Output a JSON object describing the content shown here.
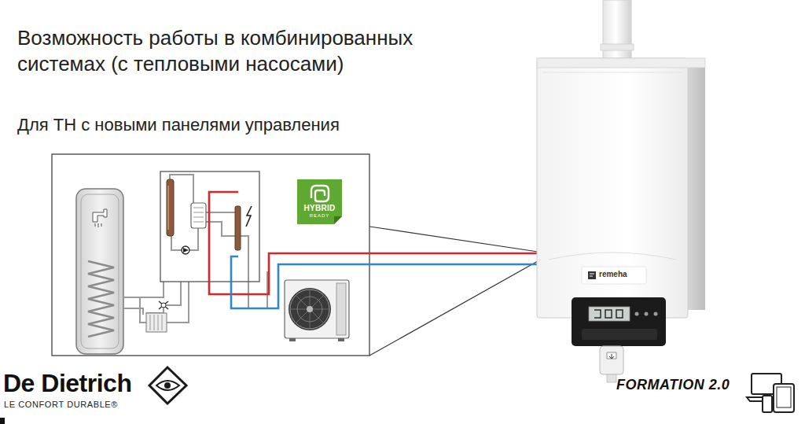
{
  "diagram": {
    "title": "Возможность работы в комбинированных системах (с тепловыми насосами)",
    "nodes": [
      {
        "text": [
          "HYBRID",
          "READY"
        ]
      }
    ],
    "labels": [
      "Для ТН с новыми панелями управления",
      "remeha",
      "De Dietrich",
      "LE CONFORT DURABLE®",
      "FORMATION 2.0"
    ]
  }
}
